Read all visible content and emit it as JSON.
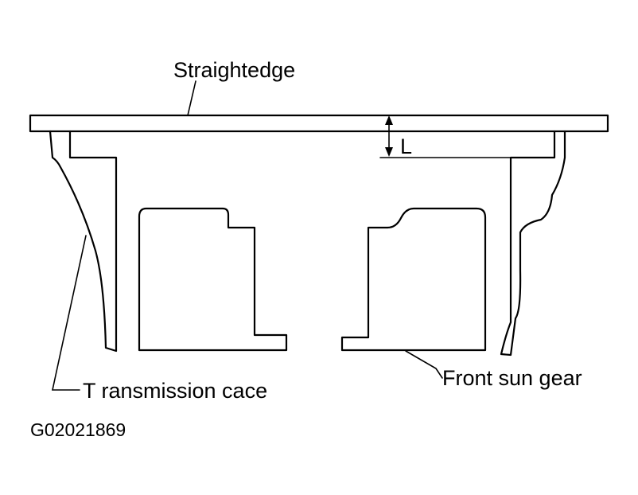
{
  "labels": {
    "straightedge": "Straightedge",
    "dimension": "L",
    "transmission_case": "T ransmission cace",
    "front_sun_gear": "Front sun gear",
    "figure_id": "G02021869"
  }
}
